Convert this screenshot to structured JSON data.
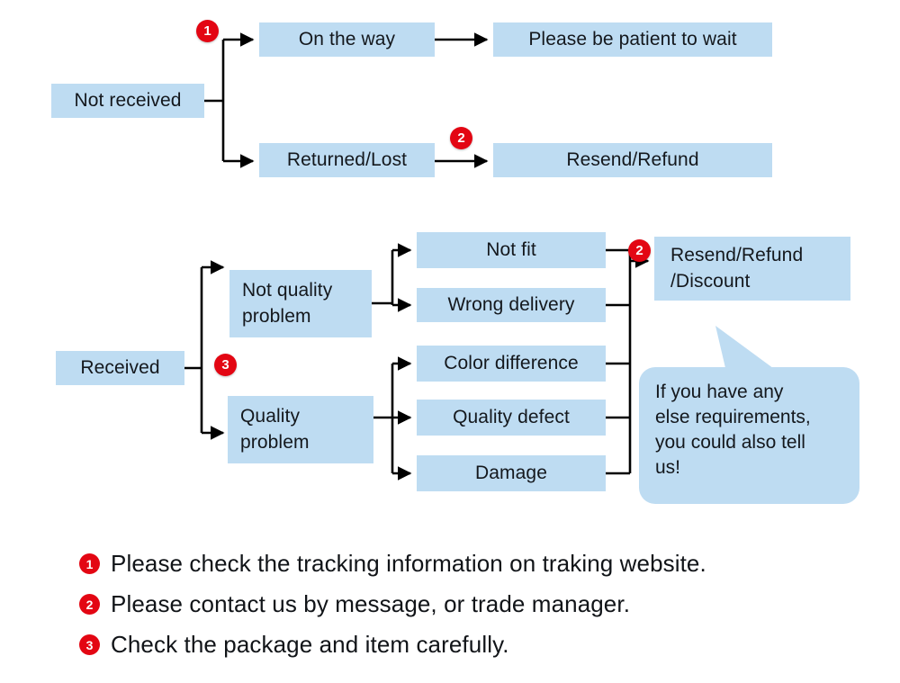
{
  "diagram": {
    "title": "Order issue resolution flowchart",
    "colors": {
      "box_fill": "#bedcf2",
      "badge_red": "#e30613",
      "text": "#14181d",
      "line": "#000000",
      "background": "#ffffff"
    },
    "nodes": [
      {
        "id": "not-received",
        "label": "Not received"
      },
      {
        "id": "on-the-way",
        "label": "On the way"
      },
      {
        "id": "please-wait",
        "label": "Please be patient to wait"
      },
      {
        "id": "returned-lost",
        "label": "Returned/Lost"
      },
      {
        "id": "resend-refund",
        "label": "Resend/Refund"
      },
      {
        "id": "received",
        "label": "Received"
      },
      {
        "id": "not-quality",
        "label": "Not quality\nproblem"
      },
      {
        "id": "quality-problem",
        "label": "Quality\nproblem"
      },
      {
        "id": "not-fit",
        "label": "Not fit"
      },
      {
        "id": "wrong-delivery",
        "label": "Wrong delivery"
      },
      {
        "id": "color-difference",
        "label": "Color difference"
      },
      {
        "id": "quality-defect",
        "label": "Quality defect"
      },
      {
        "id": "damage",
        "label": "Damage"
      },
      {
        "id": "resend-discount",
        "label": "Resend/Refund\n/Discount"
      }
    ],
    "badges": [
      {
        "id": "badge-1-on-the-way",
        "number": "1"
      },
      {
        "id": "badge-2-resend",
        "number": "2"
      },
      {
        "id": "badge-3-received",
        "number": "3"
      },
      {
        "id": "badge-2-discount",
        "number": "2"
      }
    ],
    "callout": {
      "text": "If you have any\nelse requirements,\nyou could also tell\nus!"
    },
    "legend": [
      {
        "number": "1",
        "text": "Please check the tracking information on traking website."
      },
      {
        "number": "2",
        "text": "Please contact us by message, or trade manager."
      },
      {
        "number": "3",
        "text": "Check the package and item carefully."
      }
    ]
  }
}
